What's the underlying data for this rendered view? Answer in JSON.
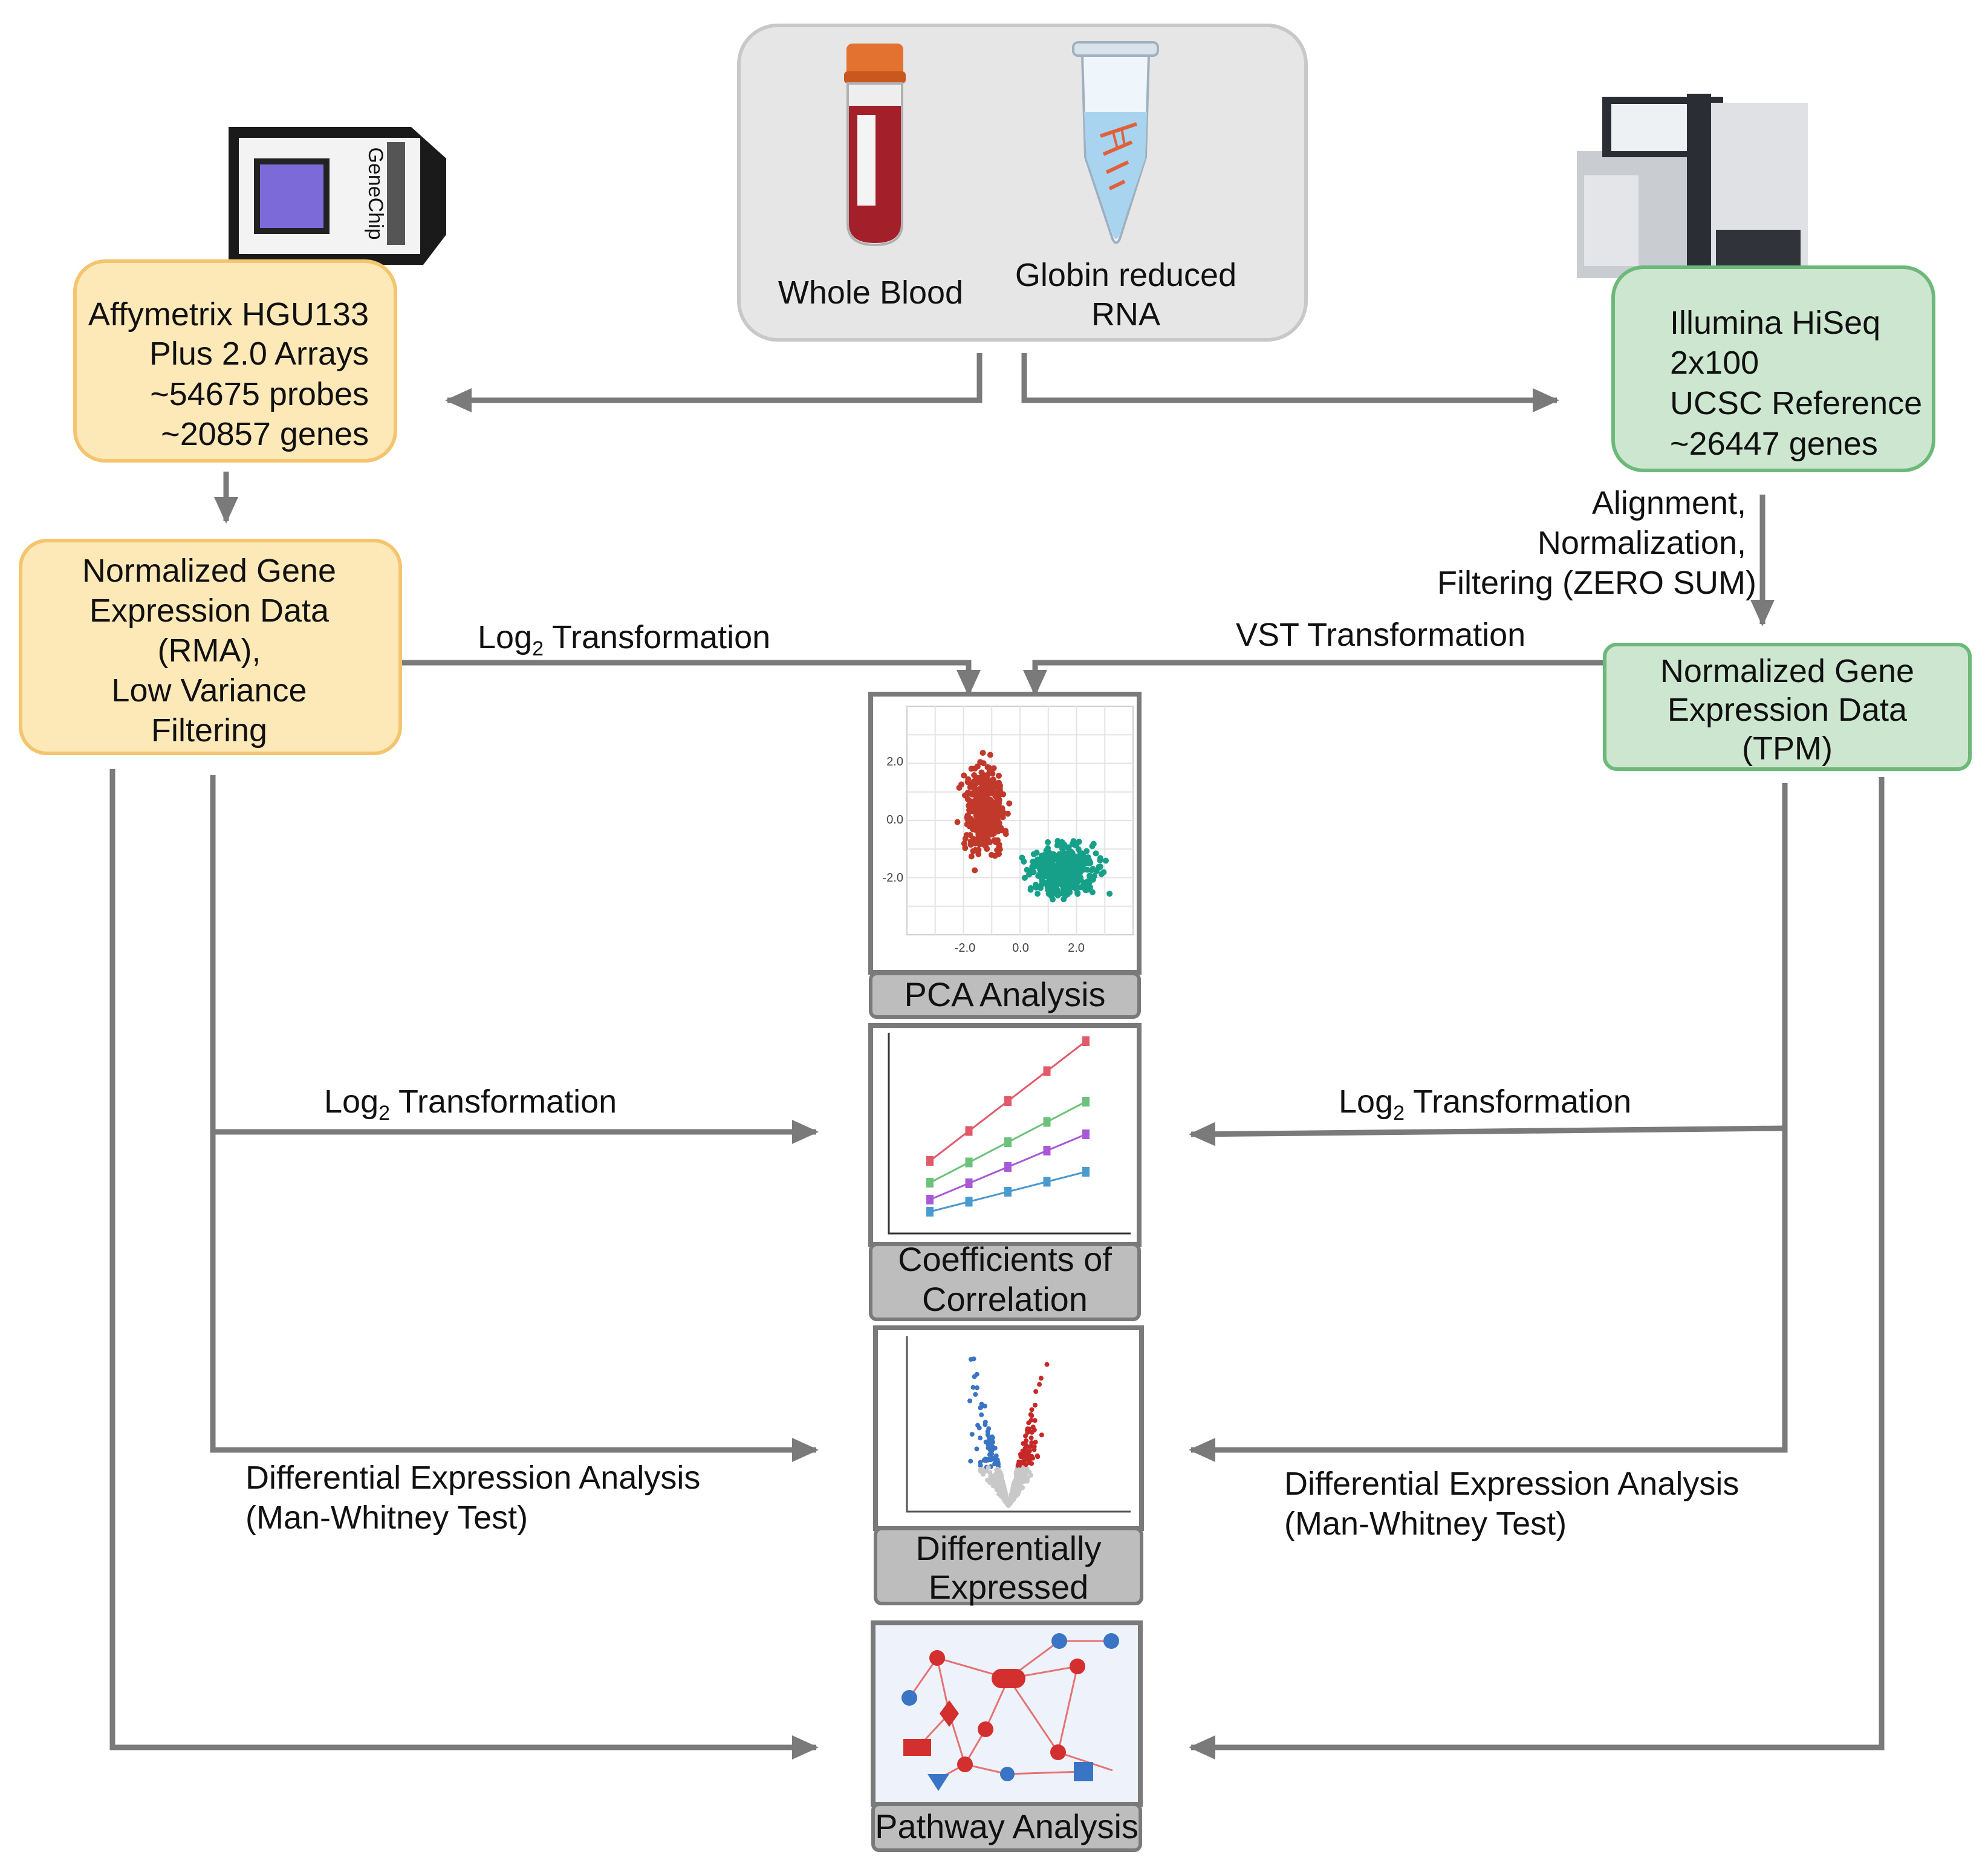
{
  "samples": {
    "whole_blood": "Whole Blood",
    "globin_line1": "Globin reduced",
    "globin_line2": "RNA"
  },
  "microarray": {
    "lines": [
      "Affymetrix HGU133",
      "Plus 2.0 Arrays",
      "~54675 probes",
      "~20857 genes"
    ]
  },
  "rnaseq": {
    "lines": [
      "Illumina HiSeq",
      "2x100",
      "UCSC Reference",
      "~26447 genes"
    ]
  },
  "rnaseq_processing": {
    "lines": [
      "Alignment,",
      "Normalization,",
      "Filtering (ZERO SUM)"
    ]
  },
  "micro_normalized": {
    "lines": [
      "Normalized Gene",
      "Expression Data",
      "(RMA),",
      "Low Variance",
      "Filtering"
    ]
  },
  "seq_normalized": {
    "lines": [
      "Normalized Gene",
      "Expression Data",
      "(TPM)"
    ]
  },
  "edge_labels": {
    "log2_prefix": "Log",
    "log2_sub": "2",
    "log2_suffix": " Transformation",
    "vst": "VST Transformation",
    "dea_line1": "Differential Expression Analysis",
    "dea_line2": "(Man-Whitney Test)"
  },
  "panels": {
    "pca": "PCA Analysis",
    "corr_line1": "Coefficients of",
    "corr_line2": "Correlation",
    "de_line1": "Differentially",
    "de_line2": "Expressed",
    "pathway": "Pathway Analysis"
  },
  "pca_plot": {
    "x_ticks": [
      "-2.0",
      "0.0",
      "2.0"
    ],
    "y_ticks": [
      "2.0",
      "0.0",
      "-2.0"
    ],
    "series_colors": [
      "#c0392b",
      "#16a08a"
    ]
  },
  "chip": {
    "brand": "GeneChip"
  },
  "colors": {
    "yellow_fill": "#fde8b8",
    "yellow_stroke": "#f4c56e",
    "green_fill": "#cde6cf",
    "green_stroke": "#6db97a",
    "arrow": "#7a7a7a",
    "panel_label_fill": "#bdbdbd",
    "red": "#c62828",
    "blue": "#3a74c4"
  }
}
